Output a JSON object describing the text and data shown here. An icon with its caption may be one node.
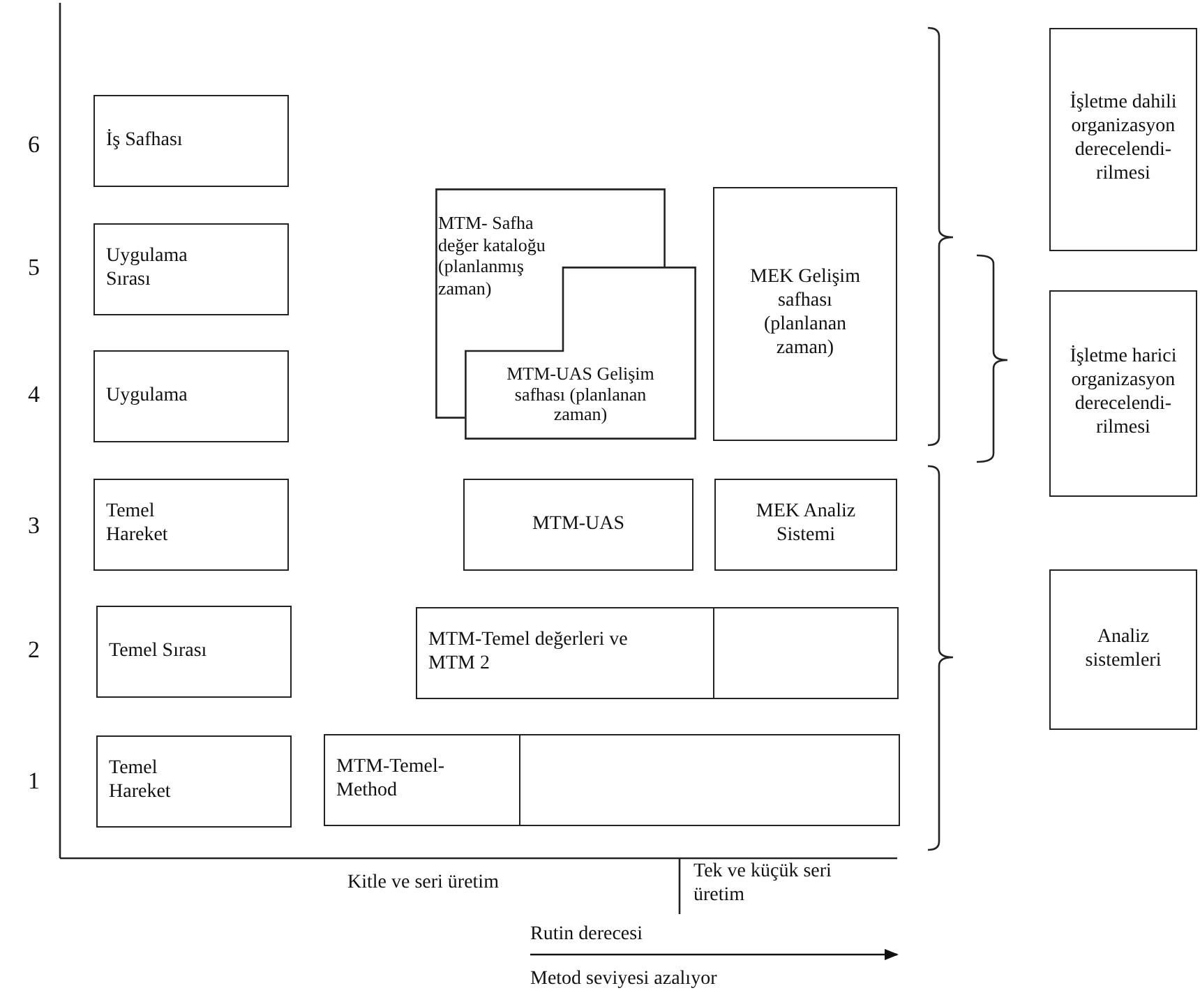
{
  "diagram": {
    "nodes": [
      {
        "text": [
          "İş Safhası"
        ]
      },
      {
        "text": [
          "Uygulama Sırası"
        ]
      },
      {
        "text": [
          "Uygulama"
        ]
      },
      {
        "text": [
          "Temel Hareket"
        ]
      },
      {
        "text": [
          "Temel Sırası"
        ]
      },
      {
        "text": [
          "Temel Hareket"
        ]
      },
      {
        "text": [
          "MTM- Safha değer kataloğu (planlanmış zaman)"
        ]
      },
      {
        "text": [
          "MTM-UAS Gelişim safhası (planlanan zaman)"
        ]
      },
      {
        "text": [
          "MEK Gelişim safhası (planlanan zaman)"
        ]
      },
      {
        "text": [
          "MTM-UAS"
        ]
      },
      {
        "text": [
          "MEK Analiz Sistemi"
        ]
      },
      {
        "text": [
          "MTM-Temel değerleri ve MTM 2"
        ]
      },
      {
        "text": [],
        "shape": "box"
      },
      {
        "text": [
          "MTM-Temel-Method"
        ]
      },
      {
        "text": [],
        "shape": "box"
      },
      {
        "text": [
          "İşletme dahili organizasyon derecelendi-rilmesi"
        ]
      },
      {
        "text": [
          "İşletme harici organizasyon derecelendi-rilmesi"
        ]
      },
      {
        "text": [
          "Analiz sistemleri"
        ]
      }
    ],
    "labels": [
      "6",
      "5",
      "4",
      "3",
      "2",
      "1",
      "Kitle ve seri üretim",
      "Tek ve küçük seri üretim",
      "Rutin derecesi",
      "Metod seviyesi azalıyor"
    ]
  }
}
